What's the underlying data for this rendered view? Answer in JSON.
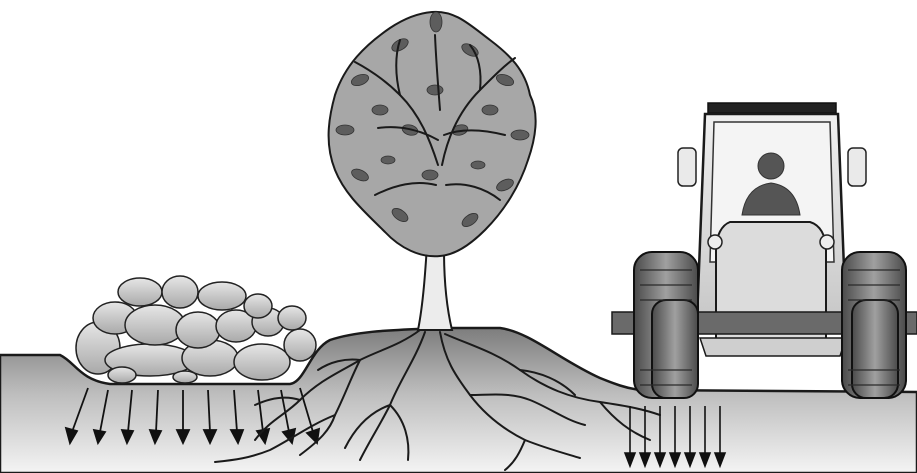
{
  "diagram": {
    "subjects": [
      "rock-pile",
      "tree",
      "tractor"
    ],
    "palette": {
      "soil_top": "#8a8a8a",
      "soil_bottom": "#f2f2f2",
      "ink": "#1a1a1a",
      "stone": "#c9c9c9",
      "foliage": "#9a9a9a",
      "foliage_dark": "#5a5a5a",
      "tire": "#6e6e6e",
      "cab": "#d8d8d8"
    },
    "compaction_arrows": {
      "under_rocks": 10,
      "under_tractor": 7
    }
  }
}
